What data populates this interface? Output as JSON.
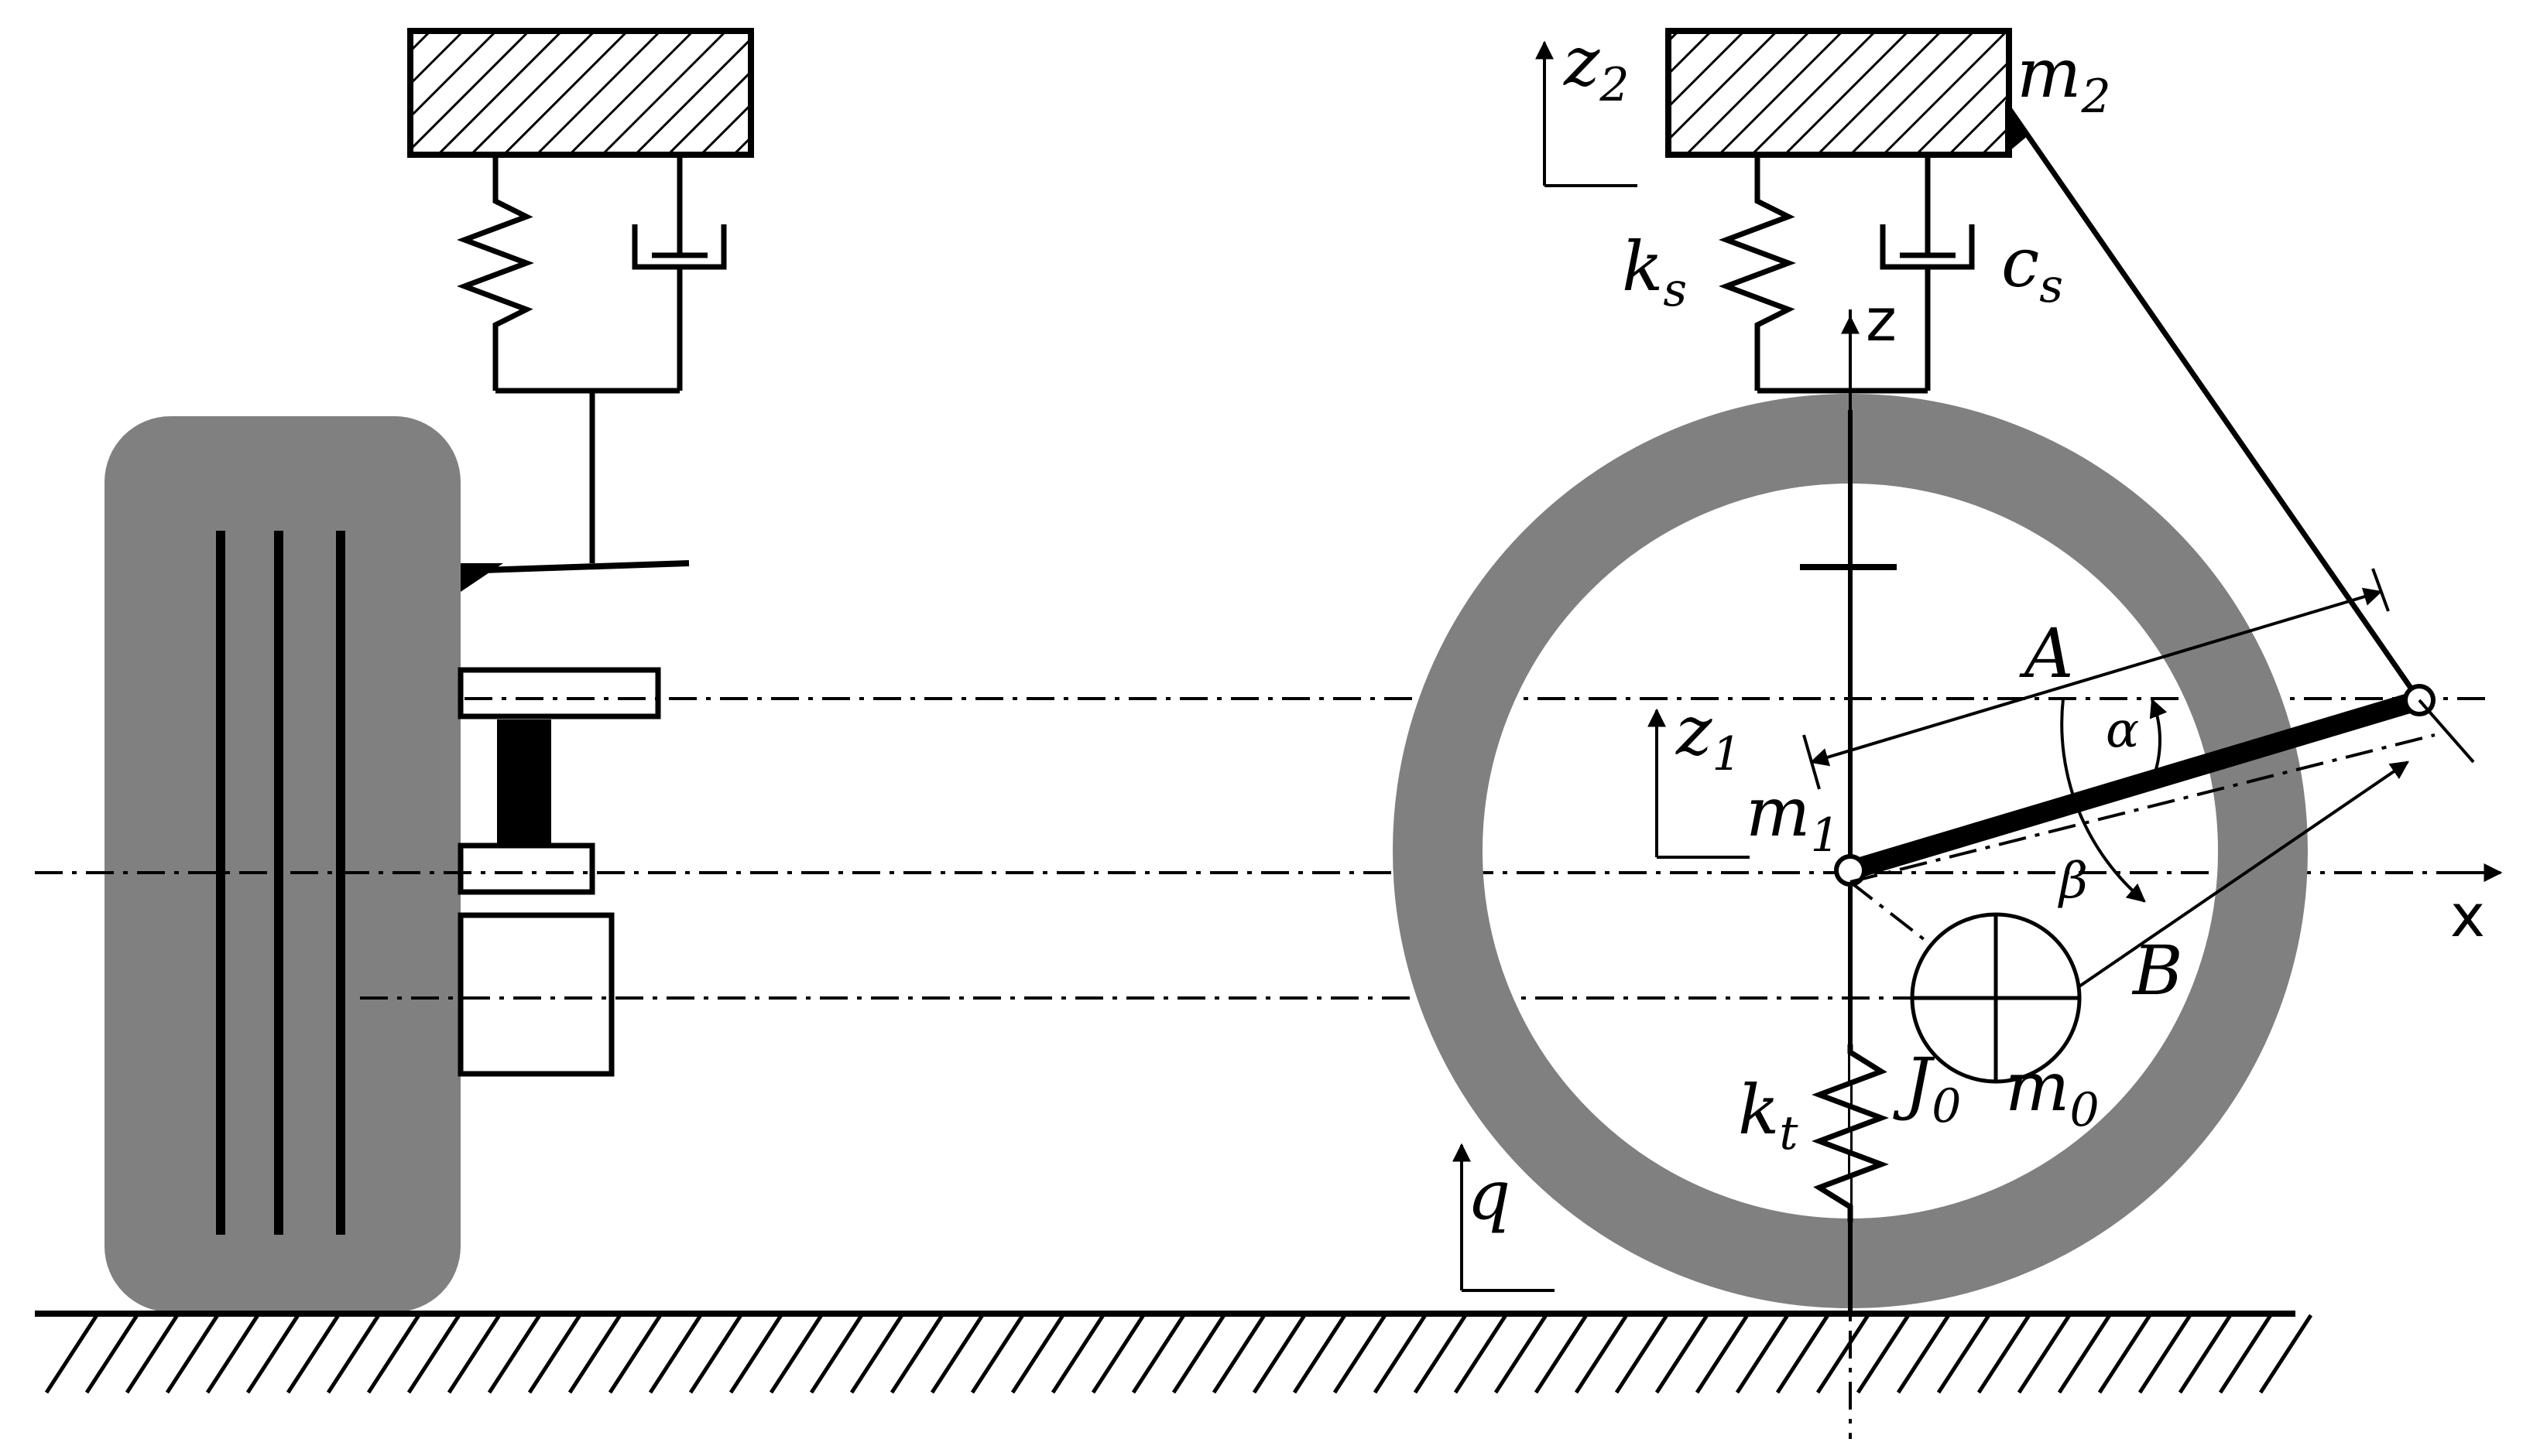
{
  "labels": {
    "m2": {
      "base": "m",
      "sub": "2"
    },
    "z2": {
      "base": "z",
      "sub": "2"
    },
    "ks": {
      "base": "k",
      "sub": "s"
    },
    "cs": {
      "base": "c",
      "sub": "s"
    },
    "z_axis": "z",
    "x_axis": "x",
    "A": "A",
    "alpha": "α",
    "beta": "β",
    "B": "B",
    "z1": {
      "base": "z",
      "sub": "1"
    },
    "m1": {
      "base": "m",
      "sub": "1"
    },
    "J0": {
      "base": "J",
      "sub": "0"
    },
    "m0": {
      "base": "m",
      "sub": "0"
    },
    "kt": {
      "base": "k",
      "sub": "t"
    },
    "q": "q"
  },
  "colors": {
    "tire": "#808080",
    "line": "#000000",
    "background": "#ffffff"
  }
}
